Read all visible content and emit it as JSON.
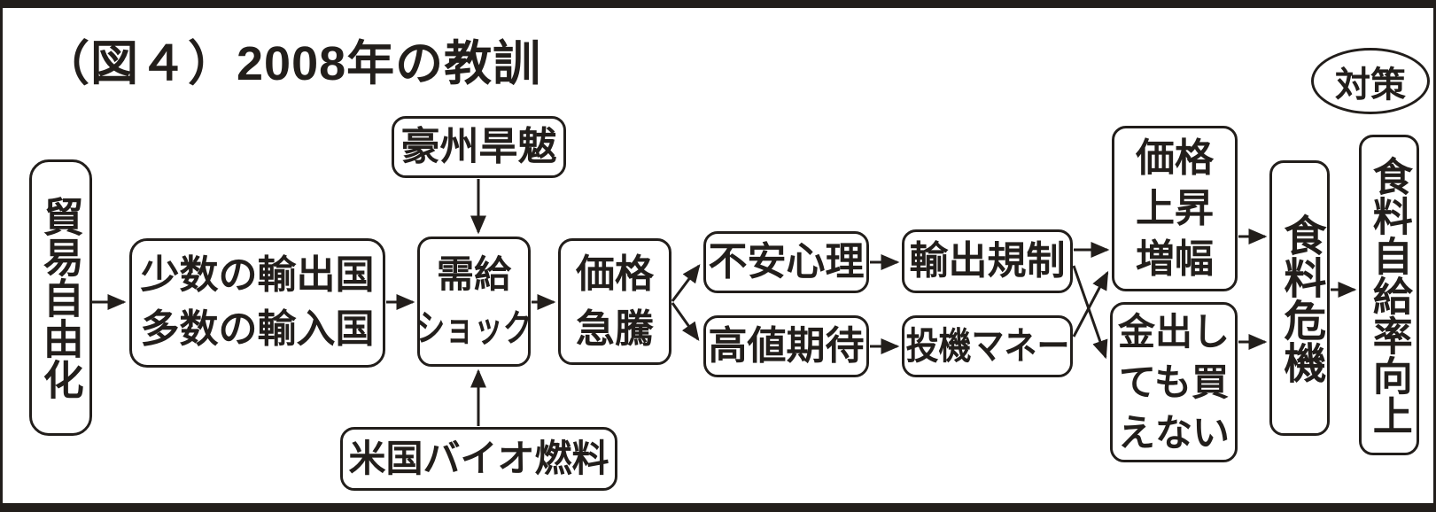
{
  "title": "（図４）2008年の教訓",
  "badge": {
    "label": "対策"
  },
  "colors": {
    "ink": "#221e1b",
    "background": "#ffffff"
  },
  "nodes": {
    "trade_liberalization": {
      "label": "貿易自由化"
    },
    "few_exporters_many_importers": {
      "lines": [
        "少数の輸出国",
        "多数の輸入国"
      ]
    },
    "australian_drought": {
      "label": "豪州旱魃"
    },
    "us_biofuel": {
      "label": "米国バイオ燃料"
    },
    "supply_demand_shock": {
      "lines": [
        "需給",
        "ショック"
      ]
    },
    "price_surge": {
      "lines": [
        "価格",
        "急騰"
      ]
    },
    "anxiety": {
      "label": "不安心理"
    },
    "high_price_expectation": {
      "label": "高値期待"
    },
    "export_restrictions": {
      "label": "輸出規制"
    },
    "speculative_money": {
      "label": "投機マネー"
    },
    "price_rise_amplification": {
      "lines": [
        "価格",
        "上昇",
        "増幅"
      ]
    },
    "cannot_buy_even_with_money": {
      "lines": [
        "金出し",
        "ても買",
        "えない"
      ]
    },
    "food_crisis": {
      "label": "食料危機"
    },
    "food_self_sufficiency_improvement": {
      "label": "食料自給率向上"
    }
  },
  "edges": [
    {
      "from": "trade_liberalization",
      "to": "few_exporters_many_importers"
    },
    {
      "from": "few_exporters_many_importers",
      "to": "supply_demand_shock"
    },
    {
      "from": "australian_drought",
      "to": "supply_demand_shock"
    },
    {
      "from": "us_biofuel",
      "to": "supply_demand_shock"
    },
    {
      "from": "supply_demand_shock",
      "to": "price_surge"
    },
    {
      "from": "price_surge",
      "to": "anxiety"
    },
    {
      "from": "price_surge",
      "to": "high_price_expectation"
    },
    {
      "from": "anxiety",
      "to": "export_restrictions"
    },
    {
      "from": "high_price_expectation",
      "to": "speculative_money"
    },
    {
      "from": "export_restrictions",
      "to": "price_rise_amplification"
    },
    {
      "from": "export_restrictions",
      "to": "cannot_buy_even_with_money"
    },
    {
      "from": "speculative_money",
      "to": "price_rise_amplification"
    },
    {
      "from": "price_rise_amplification",
      "to": "food_crisis"
    },
    {
      "from": "cannot_buy_even_with_money",
      "to": "food_crisis"
    },
    {
      "from": "food_crisis",
      "to": "food_self_sufficiency_improvement"
    }
  ]
}
